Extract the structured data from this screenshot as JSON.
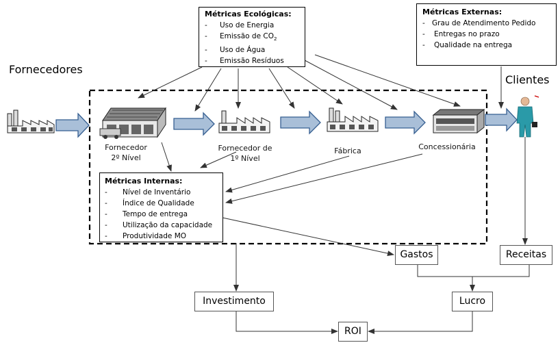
{
  "labels": {
    "fornecedores": "Fornecedores",
    "clientes": "Clientes"
  },
  "ecological": {
    "title": "Métricas Ecológicas:",
    "items": [
      "Uso de Energia",
      "Emissão de CO",
      "Uso de Água",
      "Emissão Resíduos"
    ],
    "co2_subscript": "2"
  },
  "external": {
    "title": "Métricas Externas:",
    "items": [
      "Grau de Atendimento Pedido",
      "Entregas no prazo",
      "Qualidade na entrega"
    ]
  },
  "internal": {
    "title": "Métricas Internas:",
    "items": [
      "Nível de Inventário",
      "Índice de Qualidade",
      "Tempo de entrega",
      "Utilização da capacidade",
      "Produtividade MO"
    ]
  },
  "stages": {
    "fornecedor2": [
      "Fornecedor",
      "2º Nível"
    ],
    "fornecedor1": [
      "Fornecedor de",
      "1º Nível"
    ],
    "fabrica": "Fábrica",
    "concessionaria": "Concessionária"
  },
  "finance": {
    "gastos": "Gastos",
    "receitas": "Receitas",
    "investimento": "Investimento",
    "lucro": "Lucro",
    "roi": "ROI"
  },
  "list_dash": "-",
  "colors": {
    "flow_arrow_fill": "#a9bfd8",
    "flow_arrow_stroke": "#365f91",
    "figure_suit": "#2a9aa8"
  }
}
